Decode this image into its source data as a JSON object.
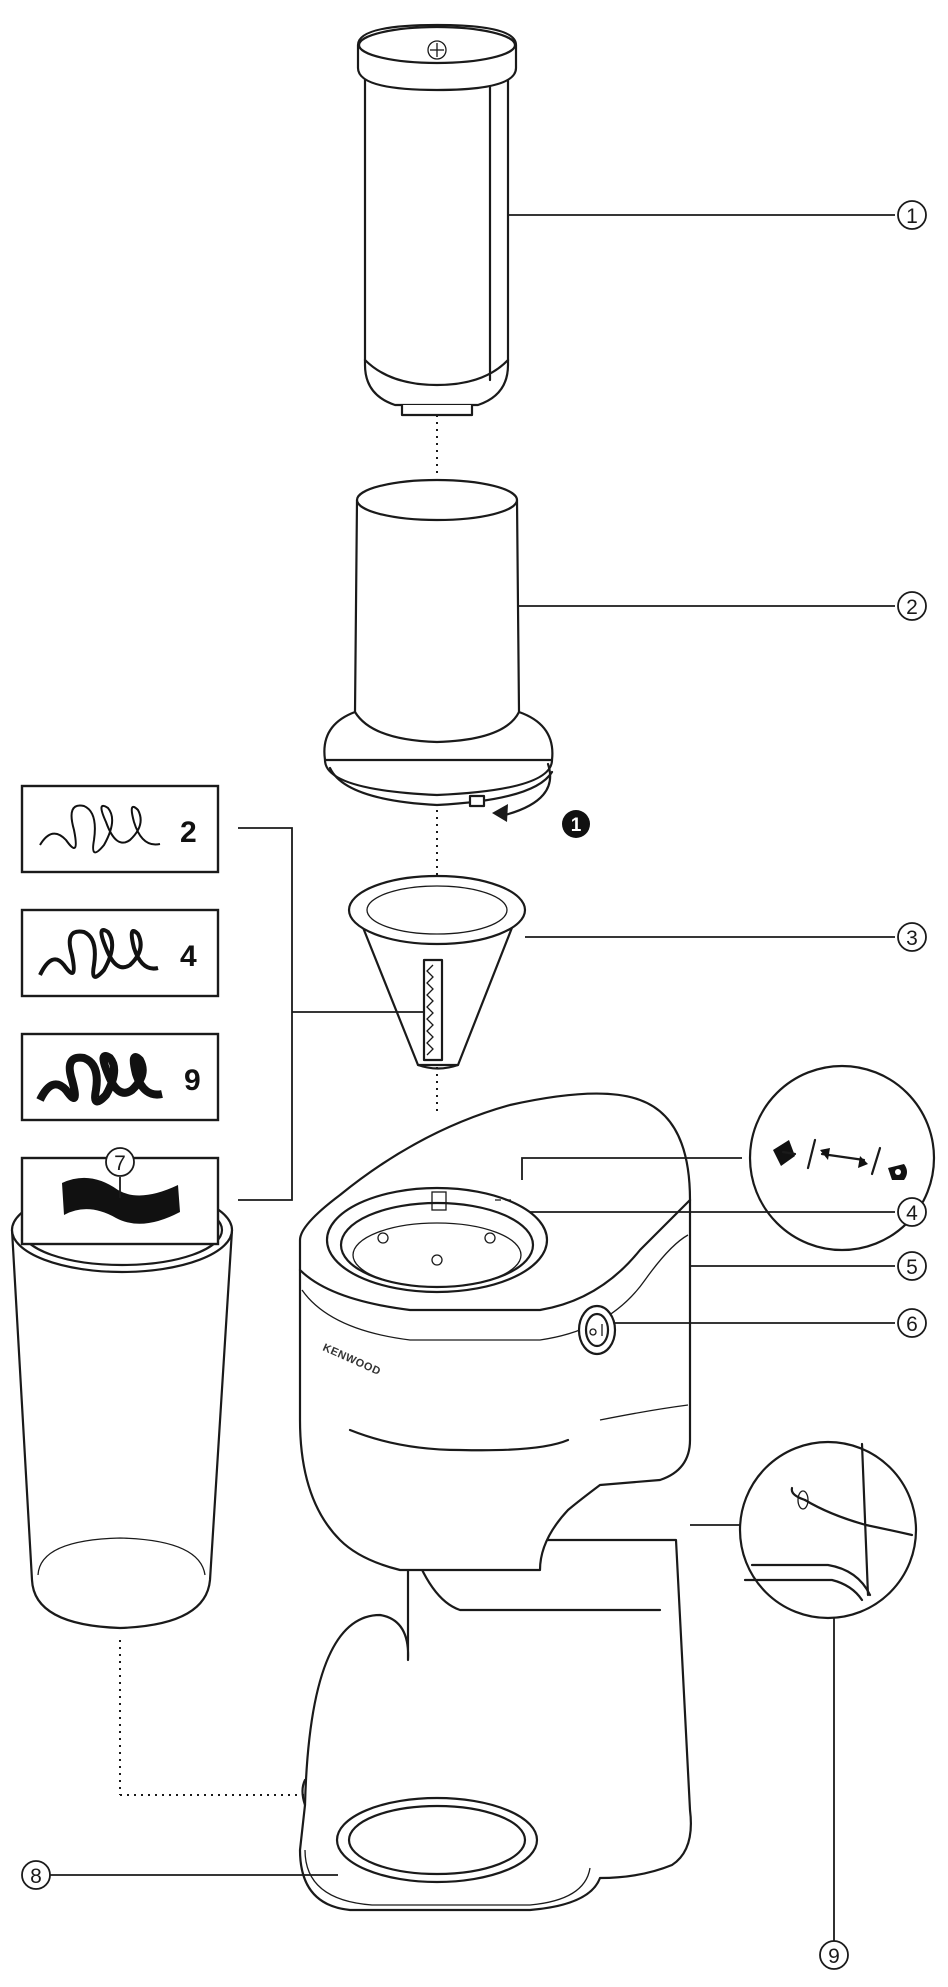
{
  "callouts": [
    "1",
    "2",
    "3",
    "4",
    "5",
    "6",
    "7",
    "8",
    "9"
  ],
  "step": {
    "label": "1"
  },
  "cutter_options": [
    "2",
    "4",
    "9"
  ],
  "brand_text": "KENWOOD",
  "icons": [
    "pusher",
    "feed-tube",
    "spiralizer-cone",
    "gear-ring",
    "base-unit",
    "power-switch",
    "collection-bowl",
    "bowl-recess",
    "cord-storage"
  ]
}
